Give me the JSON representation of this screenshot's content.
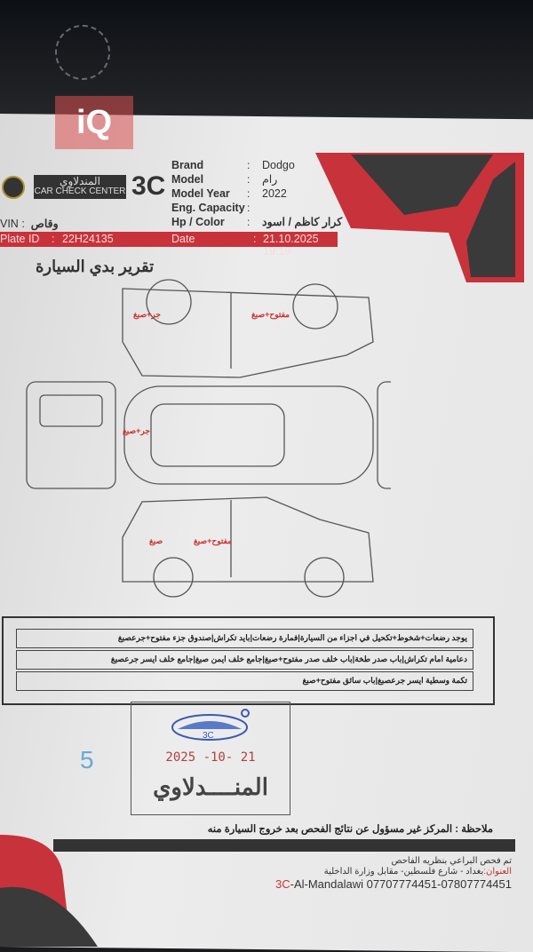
{
  "watermark": "iQ",
  "header": {
    "logo_arabic": "المندلاوي",
    "logo_english": "CAR CHECK CENTER",
    "logo_3c": "3C",
    "fields": [
      {
        "label": "Brand",
        "value": "Dodgo"
      },
      {
        "label": "Model",
        "value": "رام"
      },
      {
        "label": "Model Year",
        "value": "2022"
      },
      {
        "label": "Eng. Capacity",
        "value": ""
      },
      {
        "label": "Hp / Color",
        "value": "كرار كاظم / اسود"
      }
    ],
    "vin_label": "VIN",
    "vin_value": "وقاص",
    "plate_label": "Plate ID",
    "plate_value": "22H24135",
    "date_label": "Date",
    "date_value": "21.10.2025 19:19",
    "colors": {
      "red": "#c8323a",
      "dark": "#333333"
    }
  },
  "report_title": "تقرير بدي السيارة",
  "damage_labels": {
    "side_top_rear": "جر+صبغ",
    "side_top_front": "مفتوح+صبغ",
    "top_rear": "جر+صبغ",
    "side_bottom_rear": "صبغ",
    "side_bottom_mid": "مفتوح+صبغ"
  },
  "notes": [
    "يوجد رضعات+شخوط+تكحيل في اجزاء من السيارة|فمارة رضعات|بايد تكراش|صندوق جزء مفتوح+جرعصبغ",
    "دعامية امام تكراش|باب صدر طخة|باب خلف صدر مفتوح+صبغ|جامع خلف ايمن صبغ|جامع خلف ايسر جرعصبغ",
    "تكمة وسطية ايسر جرعصبغ|باب سائق مفتوح+صبغ"
  ],
  "stamp": {
    "logo": "3C",
    "date": "2025 -10- 21",
    "name": "المنــــدلاوي"
  },
  "handwritten_number": "5",
  "disclaimer": "ملاحظة : المركز غير مسؤول عن نتائج الفحص بعد خروج السيارة منه",
  "footer": {
    "line1": "تم فحص البراعي بنظريه الفاحص",
    "address_label": "العنوان:",
    "address": "بغداد - شارع فلسطين- مقابل وزارة الداخلية",
    "brand_prefix": "3C",
    "brand_phones": "-Al-Mandalawi 07707774451-07807774451"
  }
}
